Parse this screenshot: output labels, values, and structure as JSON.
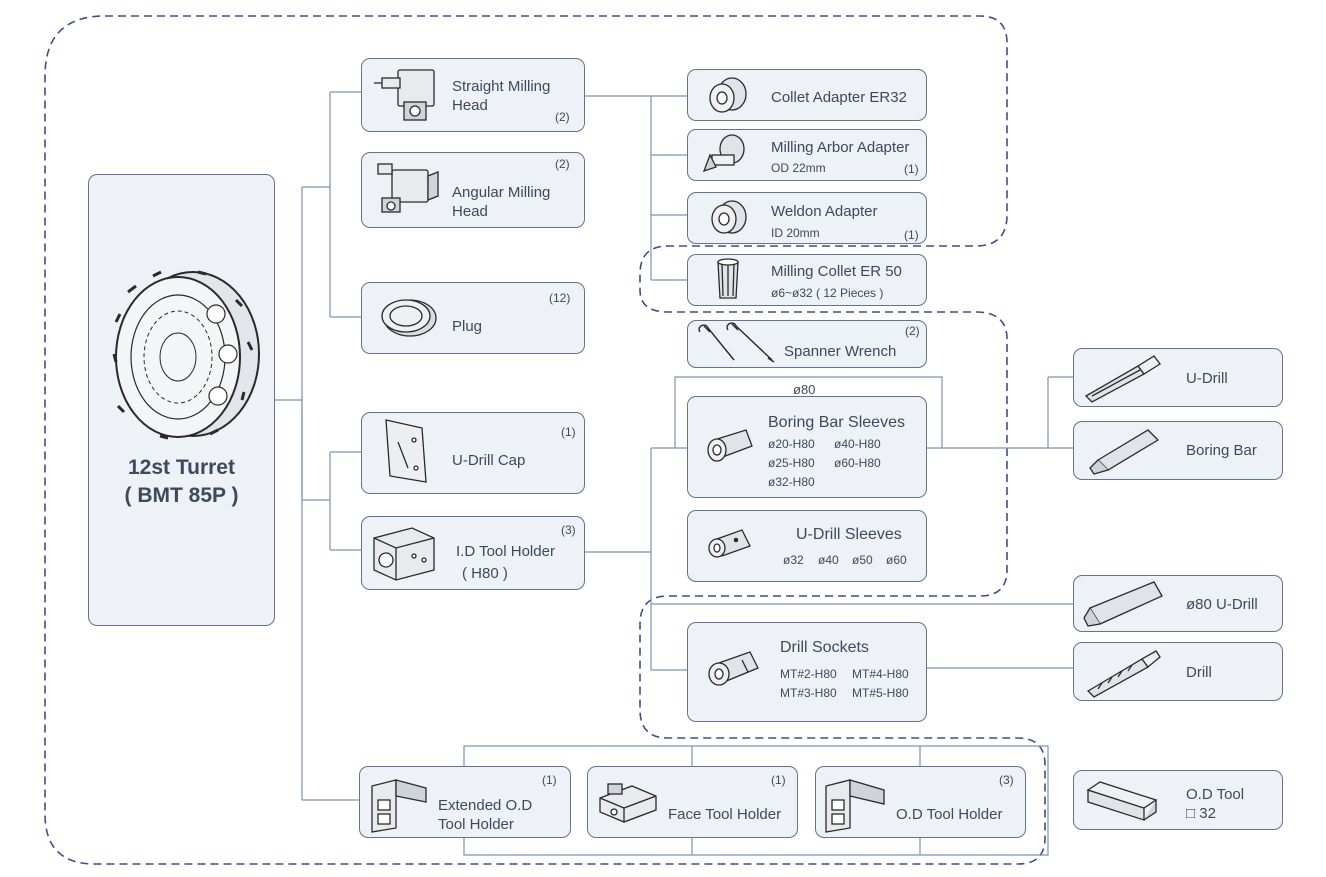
{
  "turret": {
    "line1": "12st Turret",
    "line2": "( BMT 85P )"
  },
  "straight_milling": {
    "line1": "Straight Milling",
    "line2": "Head",
    "qty": "(2)"
  },
  "angular_milling": {
    "line1": "Angular Milling",
    "line2": "Head",
    "qty": "(2)"
  },
  "plug": {
    "label": "Plug",
    "qty": "(12)"
  },
  "udrill_cap": {
    "label": "U-Drill Cap",
    "qty": "(1)"
  },
  "id_holder": {
    "line1": "I.D Tool Holder",
    "line2": "( H80 )",
    "qty": "(3)"
  },
  "collet_er32": {
    "label": "Collet Adapter ER32"
  },
  "milling_arbor": {
    "label": "Milling Arbor Adapter",
    "spec": "OD 22mm",
    "qty": "(1)"
  },
  "weldon": {
    "label": "Weldon Adapter",
    "spec": "ID 20mm",
    "qty": "(1)"
  },
  "collet_er50": {
    "label": "Milling Collet ER 50",
    "spec": "ø6~ø32 ( 12 Pieces )"
  },
  "spanner": {
    "label": "Spanner Wrench",
    "qty": "(2)"
  },
  "boring_sleeves": {
    "top_label": "ø80",
    "label": "Boring Bar Sleeves",
    "specs": [
      "ø20-H80",
      "ø40-H80",
      "ø25-H80",
      "ø60-H80",
      "ø32-H80"
    ]
  },
  "udrill_sleeves": {
    "label": "U-Drill Sleeves",
    "sizes": [
      "ø32",
      "ø40",
      "ø50",
      "ø60"
    ]
  },
  "drill_sockets": {
    "label": "Drill Sockets",
    "specs": [
      "MT#2-H80",
      "MT#4-H80",
      "MT#3-H80",
      "MT#5-H80"
    ]
  },
  "udrill": {
    "label": "U-Drill"
  },
  "boring_bar": {
    "label": "Boring Bar"
  },
  "udrill80": {
    "label": "ø80 U-Drill"
  },
  "drill": {
    "label": "Drill"
  },
  "ext_od": {
    "line1": "Extended O.D",
    "line2": "Tool Holder",
    "qty": "(1)"
  },
  "face_holder": {
    "label": "Face Tool Holder",
    "qty": "(1)"
  },
  "od_holder": {
    "label": "O.D Tool Holder",
    "qty": "(3)"
  },
  "od_tool": {
    "line1": "O.D Tool",
    "line2": "□ 32"
  },
  "colors": {
    "box_fill": "#eef1f5",
    "box_border": "#5f7591",
    "dash": "#3d4f8a",
    "text": "#3c4a5e",
    "line": "#7c93b0"
  }
}
